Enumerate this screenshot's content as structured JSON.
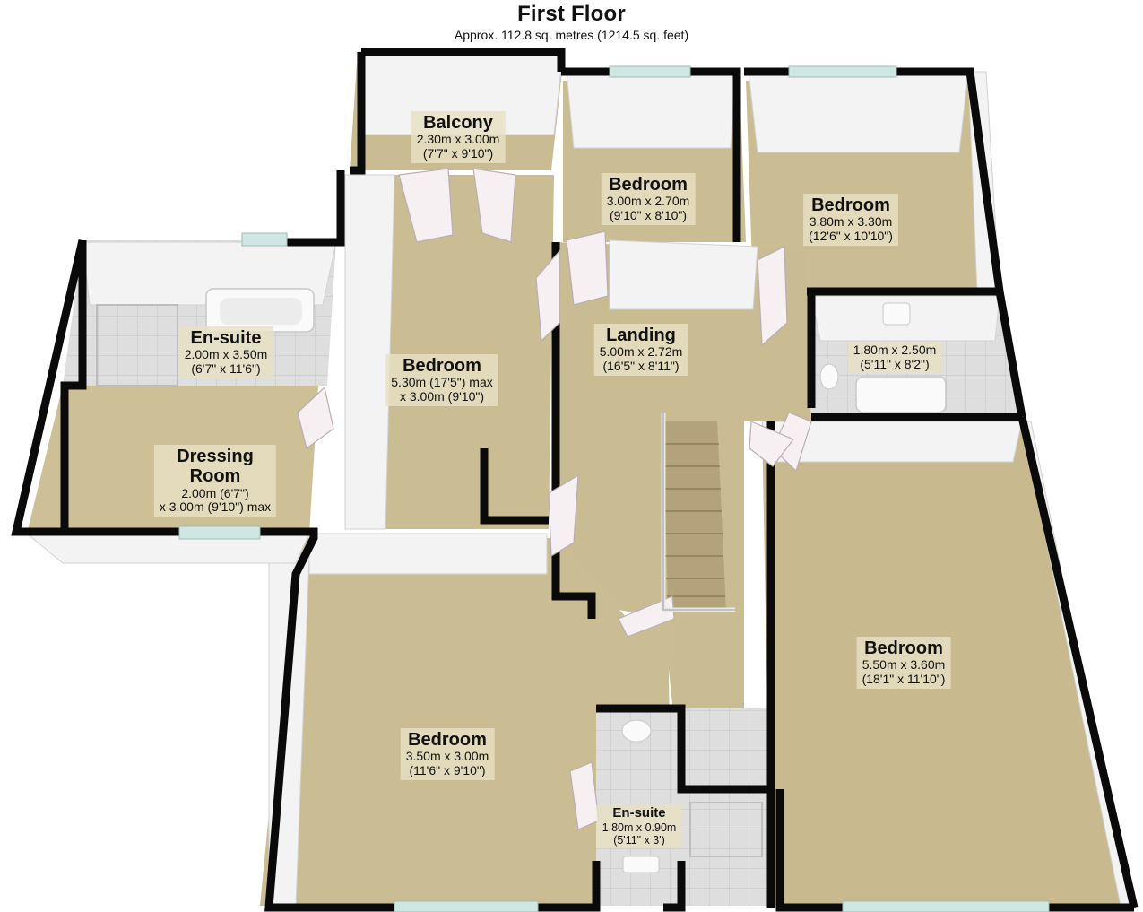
{
  "header": {
    "title": "First Floor",
    "subtitle": "Approx. 112.8 sq. metres (1214.5 sq. feet)"
  },
  "colors": {
    "wall": "#0a0a0a",
    "wall_face": "#f2f2f2",
    "carpet": "#cbbd93",
    "tile": "#dcdcdc",
    "stairs": "#b4a37a"
  },
  "rooms": [
    {
      "id": "balcony",
      "name": "Balcony",
      "line1": "2.30m x 3.00m",
      "line2": "(7'7\" x 9'10\")"
    },
    {
      "id": "bedroom-top-middle",
      "name": "Bedroom",
      "line1": "3.00m x 2.70m",
      "line2": "(9'10\" x 8'10\")"
    },
    {
      "id": "bedroom-top-right",
      "name": "Bedroom",
      "line1": "3.80m x 3.30m",
      "line2": "(12'6\" x 10'10\")"
    },
    {
      "id": "ensuite-left",
      "name": "En-suite",
      "line1": "2.00m x 3.50m",
      "line2": "(6'7\" x 11'6\")"
    },
    {
      "id": "bedroom-left",
      "name": "Bedroom",
      "line1": "5.30m (17'5\") max",
      "line2": "x 3.00m (9'10\")"
    },
    {
      "id": "landing",
      "name": "Landing",
      "line1": "5.00m x 2.72m",
      "line2": "(16'5\" x 8'11\")"
    },
    {
      "id": "bathroom",
      "name": "",
      "line1": "1.80m x 2.50m",
      "line2": "(5'11\" x 8'2\")"
    },
    {
      "id": "dressing-room",
      "name": "Dressing\nRoom",
      "line1": "2.00m (6'7\")",
      "line2": "x 3.00m (9'10\") max"
    },
    {
      "id": "bedroom-bottom-right",
      "name": "Bedroom",
      "line1": "5.50m x 3.60m",
      "line2": "(18'1\" x 11'10\")"
    },
    {
      "id": "bedroom-bottom-left",
      "name": "Bedroom",
      "line1": "3.50m x 3.00m",
      "line2": "(11'6\" x 9'10\")"
    },
    {
      "id": "ensuite-bottom",
      "name": "En-suite",
      "line1": "1.80m x 0.90m",
      "line2": "(5'11\" x 3')"
    }
  ]
}
